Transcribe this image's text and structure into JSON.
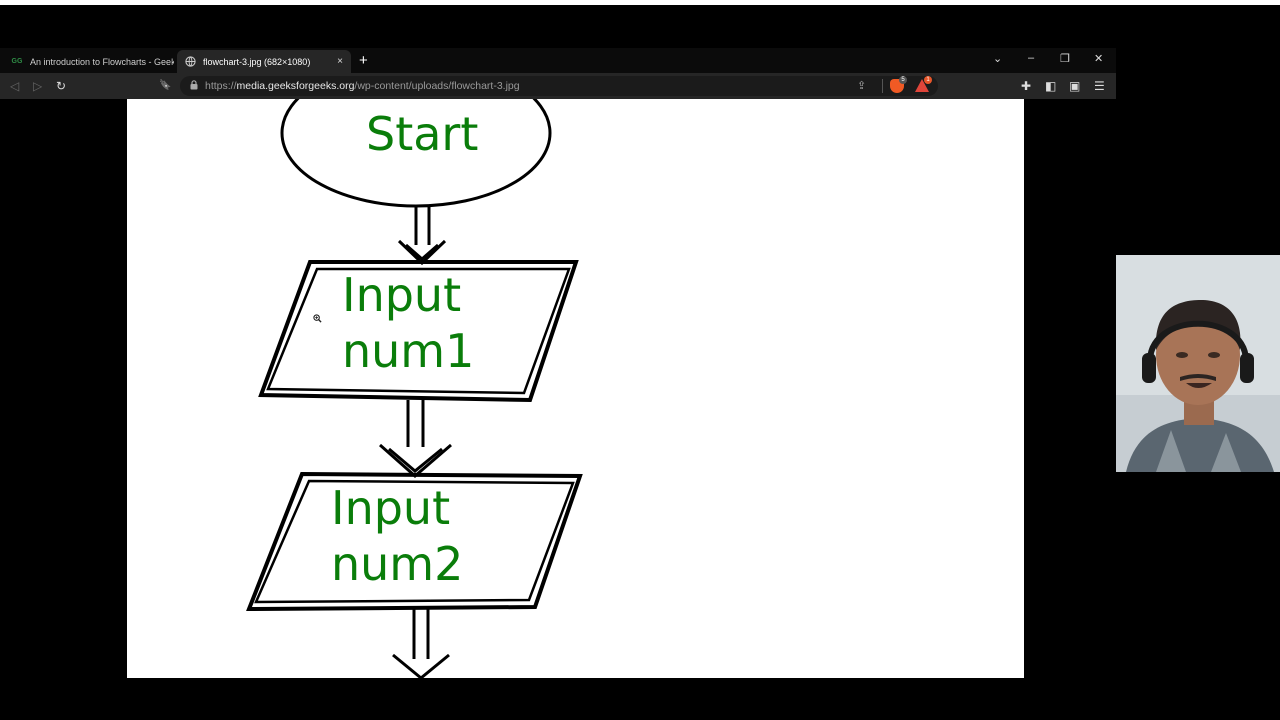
{
  "tabs": [
    {
      "label": "An introduction to Flowcharts - GeeksforGeeks",
      "favicon": "gfg-icon",
      "active": false
    },
    {
      "label": "flowchart-3.jpg (682×1080)",
      "favicon": "globe-icon",
      "active": true,
      "close": "×"
    }
  ],
  "new_tab_label": "+",
  "window_controls": {
    "dropdown": "⌄",
    "minimize": "–",
    "restore": "❐",
    "close": "✕"
  },
  "toolbar": {
    "back_icon": "◁",
    "forward_icon": "▷",
    "reload_icon": "↻",
    "bookmark_icon": "🔖",
    "lock_icon": "🔒",
    "url_scheme": "https://",
    "url_host": "media.geeksforgeeks.org",
    "url_path": "/wp-content/uploads/flowchart-3.jpg",
    "share_icon": "⇪",
    "shield_badge": "5",
    "rewards_badge": "1",
    "extensions_icon": "✚",
    "sidebar_icon": "◧",
    "wallet_icon": "▣",
    "menu_icon": "☰"
  },
  "flowchart": {
    "start_label": "Start",
    "input1_line1": "Input",
    "input1_line2": "num1",
    "input2_line1": "Input",
    "input2_line2": "num2"
  },
  "colors": {
    "flowchart_text": "#0a7d0a",
    "tab_active": "#262626",
    "background": "#000000"
  }
}
